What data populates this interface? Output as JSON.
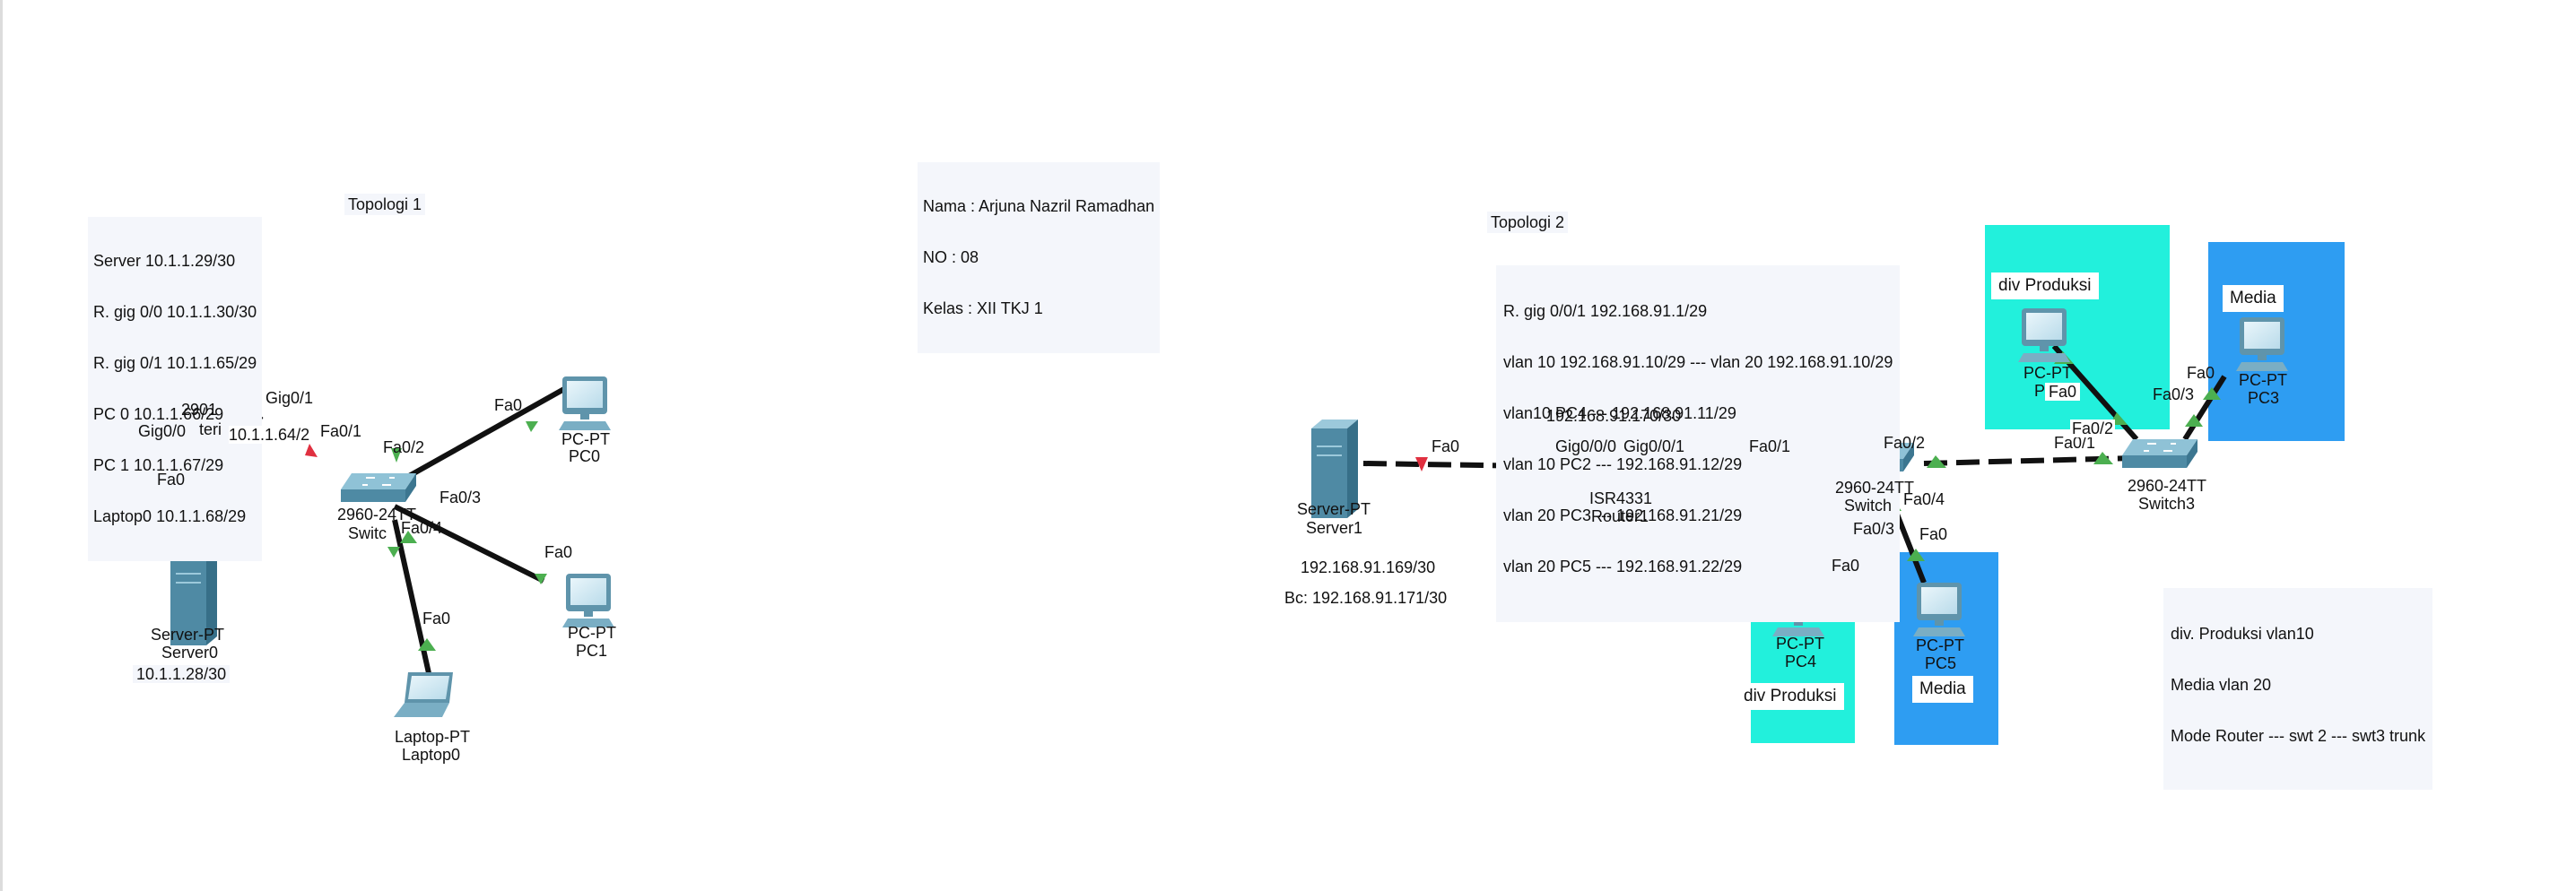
{
  "topologi1": {
    "title": "Topologi 1",
    "note": [
      "Server 10.1.1.29/30",
      "R. gig 0/0 10.1.1.30/30",
      "R. gig 0/1 10.1.1.65/29",
      "PC 0 10.1.1.66/29",
      "PC 1 10.1.1.67/29",
      "Laptop0 10.1.1.68/29"
    ],
    "router": {
      "model": "2901",
      "name_partial": "teri"
    },
    "switch": {
      "model": "2960-24TT",
      "name_partial": "Switc"
    },
    "server": {
      "model": "Server-PT",
      "name": "Server0",
      "ip": "10.1.1.28/30"
    },
    "pc0": {
      "model": "PC-PT",
      "name": "PC0"
    },
    "pc1": {
      "model": "PC-PT",
      "name": "PC1"
    },
    "laptop": {
      "model": "Laptop-PT",
      "name": "Laptop0"
    },
    "ports": {
      "gig01": "Gig0/1",
      "gig00": "Gig0/0",
      "fa0_server": "Fa0",
      "ip_link": "10.1.1.64/2",
      "fa01": "Fa0/1",
      "fa02": "Fa0/2",
      "fa0_pc0": "Fa0",
      "fa03": "Fa0/3",
      "fa0_pc1": "Fa0",
      "fa04": "Fa0/4",
      "fa0_laptop": "Fa0"
    }
  },
  "info": [
    "Nama : Arjuna Nazril Ramadhan",
    "NO : 08",
    "Kelas : XII TKJ 1"
  ],
  "topologi2": {
    "title": "Topologi 2",
    "note": [
      "R. gig 0/0/1 192.168.91.1/29",
      "vlan 10 192.168.91.10/29 --- vlan 20 192.168.91.10/29",
      "vlan10 PC4 --- 192.168.91.11/29",
      "vlan 10 PC2 --- 192.168.91.12/29",
      "vlan 20 PC3 --- 192.168.91.21/29",
      "vlan 20 PC5 --- 192.168.91.22/29"
    ],
    "router_ip": "192.168.91.170/30",
    "server": {
      "model": "Server-PT",
      "name": "Server1",
      "ip": "192.168.91.169/30",
      "bc": "Bc: 192.168.91.171/30"
    },
    "router": {
      "model": "ISR4331",
      "name": "Router1"
    },
    "switch2": {
      "model": "2960-24TT",
      "name_partial": "Switch"
    },
    "switch3": {
      "model": "2960-24TT",
      "name": "Switch3"
    },
    "pc2": {
      "model": "PC-PT",
      "name_partial": "P"
    },
    "pc3": {
      "model": "PC-PT",
      "name": "PC3"
    },
    "pc4": {
      "model": "PC-PT",
      "name": "PC4"
    },
    "pc5": {
      "model": "PC-PT",
      "name": "PC5"
    },
    "ports": {
      "fa0_server": "Fa0",
      "g000": "Gig0/0/0",
      "g001": "Gig0/0/1",
      "fa01_sw2": "Fa0/1",
      "fa02_sw2": "Fa0/2",
      "fa04_sw2": "Fa0/4",
      "fa03_sw2": "Fa0/3",
      "fa0_pc4": "Fa0",
      "fa0_pc5": "Fa0",
      "fa01_sw3": "Fa0/1",
      "fa02_sw3": "Fa0/2",
      "fa03_sw3": "Fa0/3",
      "fa0_pc2": "Fa0",
      "fa0_pc3": "Fa0"
    },
    "areas": {
      "div_produksi": "div Produksi",
      "media": "Media"
    },
    "note2": [
      "div. Produksi vlan10",
      "Media vlan 20",
      "Mode Router --- swt 2 --- swt3 trunk"
    ]
  },
  "colors": {
    "link": "#111111",
    "link_up": "#4caf50",
    "link_down": "#e03040",
    "area_produksi": "#22f0dc",
    "area_media": "#2e9df2",
    "device": "#5a8fa8"
  }
}
